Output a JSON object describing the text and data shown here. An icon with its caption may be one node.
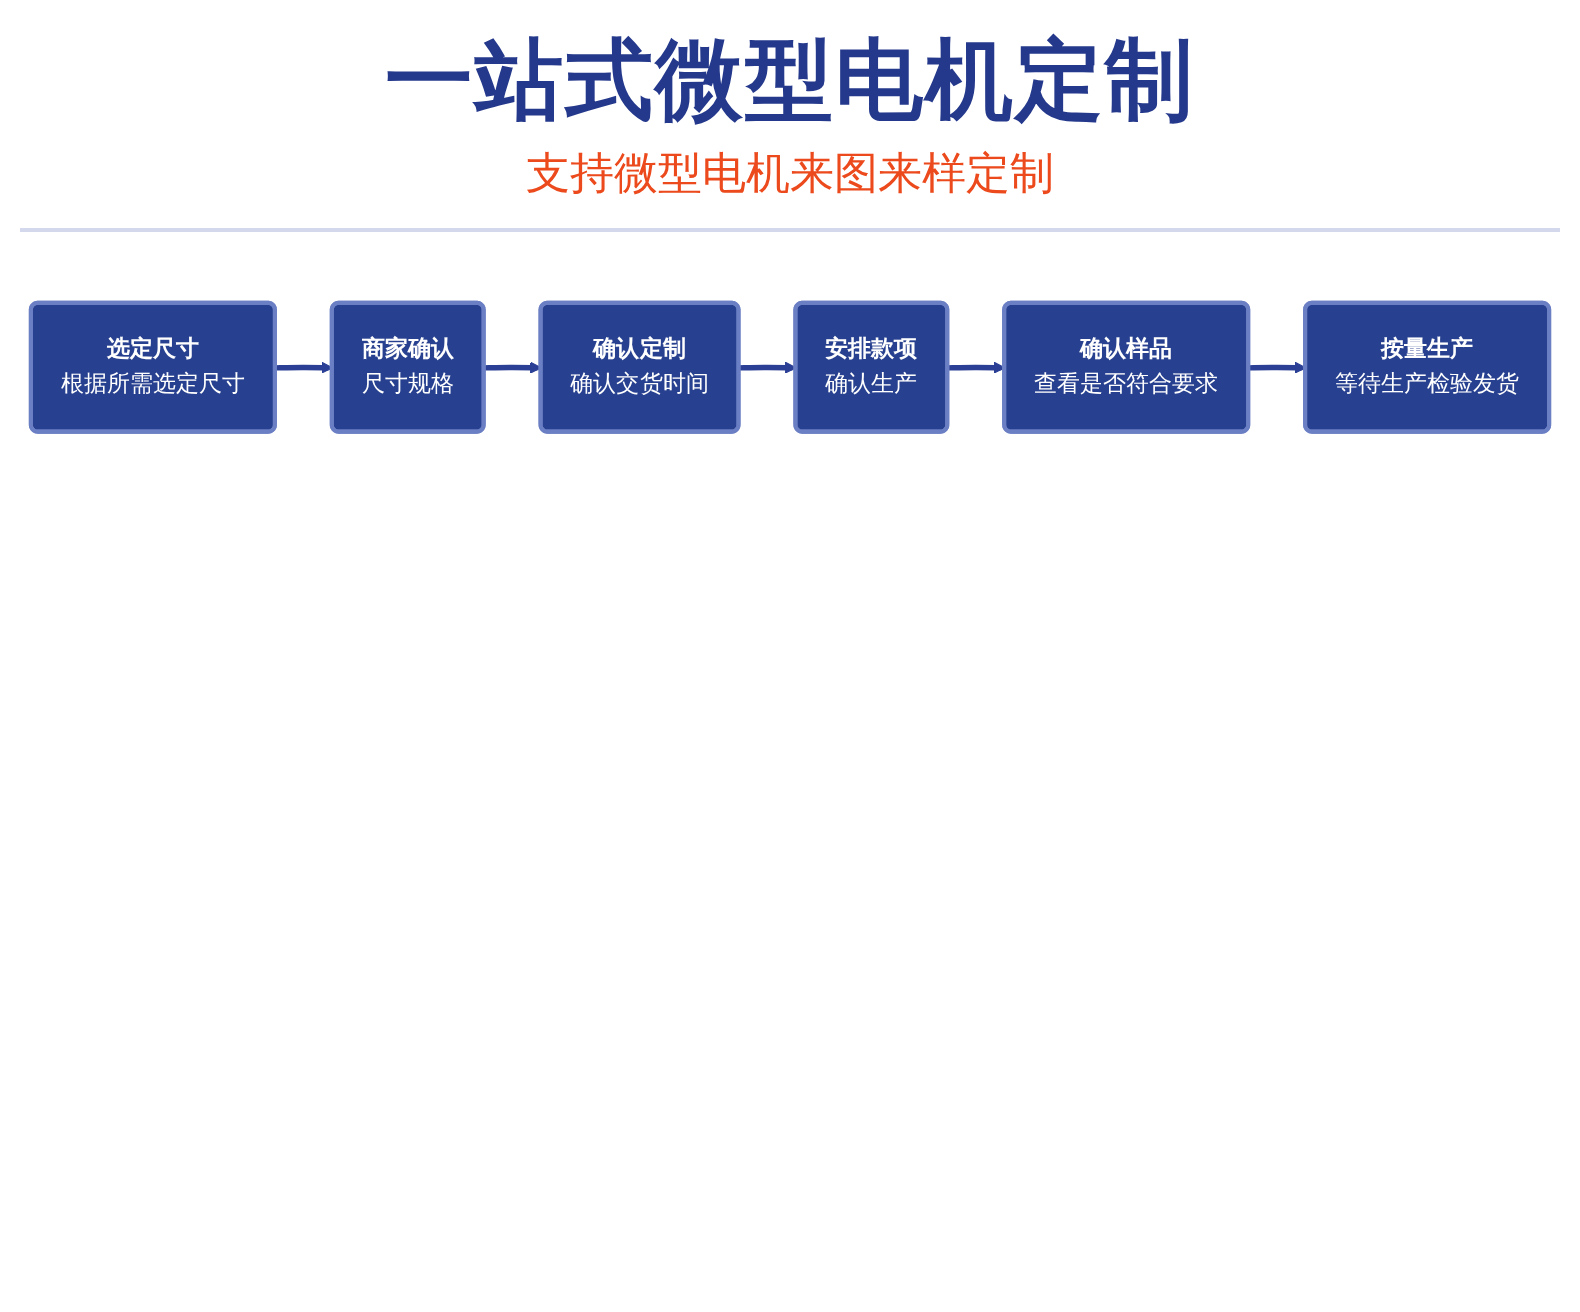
{
  "diagram": {
    "title": "一站式微型电机定制",
    "nodes": [
      {
        "text": [
          "选定尺寸",
          "根据所需选定尺寸"
        ]
      },
      {
        "text": [
          "商家确认",
          "尺寸规格"
        ]
      },
      {
        "text": [
          "确认定制",
          "确认交货时间"
        ]
      },
      {
        "text": [
          "安排款项",
          "确认生产"
        ]
      },
      {
        "text": [
          "确认样品",
          "查看是否符合要求"
        ]
      },
      {
        "text": [
          "按量生产",
          "等待生产检验发货"
        ]
      }
    ],
    "edges": [
      {
        "from": 0,
        "to": 1,
        "arrow": "to"
      },
      {
        "from": 1,
        "to": 2,
        "arrow": "to"
      },
      {
        "from": 2,
        "to": 3,
        "arrow": "to"
      },
      {
        "from": 3,
        "to": 4,
        "arrow": "to"
      },
      {
        "from": 4,
        "to": 5,
        "arrow": "to"
      }
    ],
    "labels": [
      "支持微型电机来图来样定制"
    ]
  }
}
